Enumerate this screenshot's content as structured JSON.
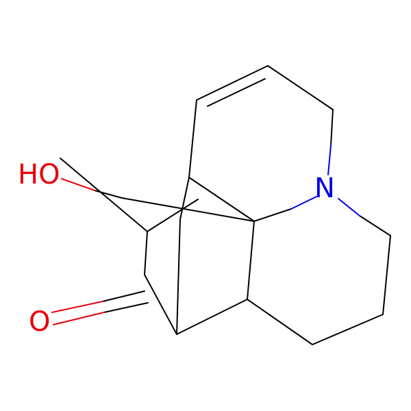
{
  "colors": {
    "background": "#ffffff",
    "carbon_bond": "#000000",
    "oxygen": "#e8000b",
    "nitrogen": "#0000e6"
  },
  "atoms": {
    "hydroxyl": {
      "text": "HO",
      "element": "O"
    },
    "ketone_oxygen": {
      "text": "O",
      "element": "O"
    },
    "nitrogen": {
      "text": "N",
      "element": "N"
    }
  }
}
